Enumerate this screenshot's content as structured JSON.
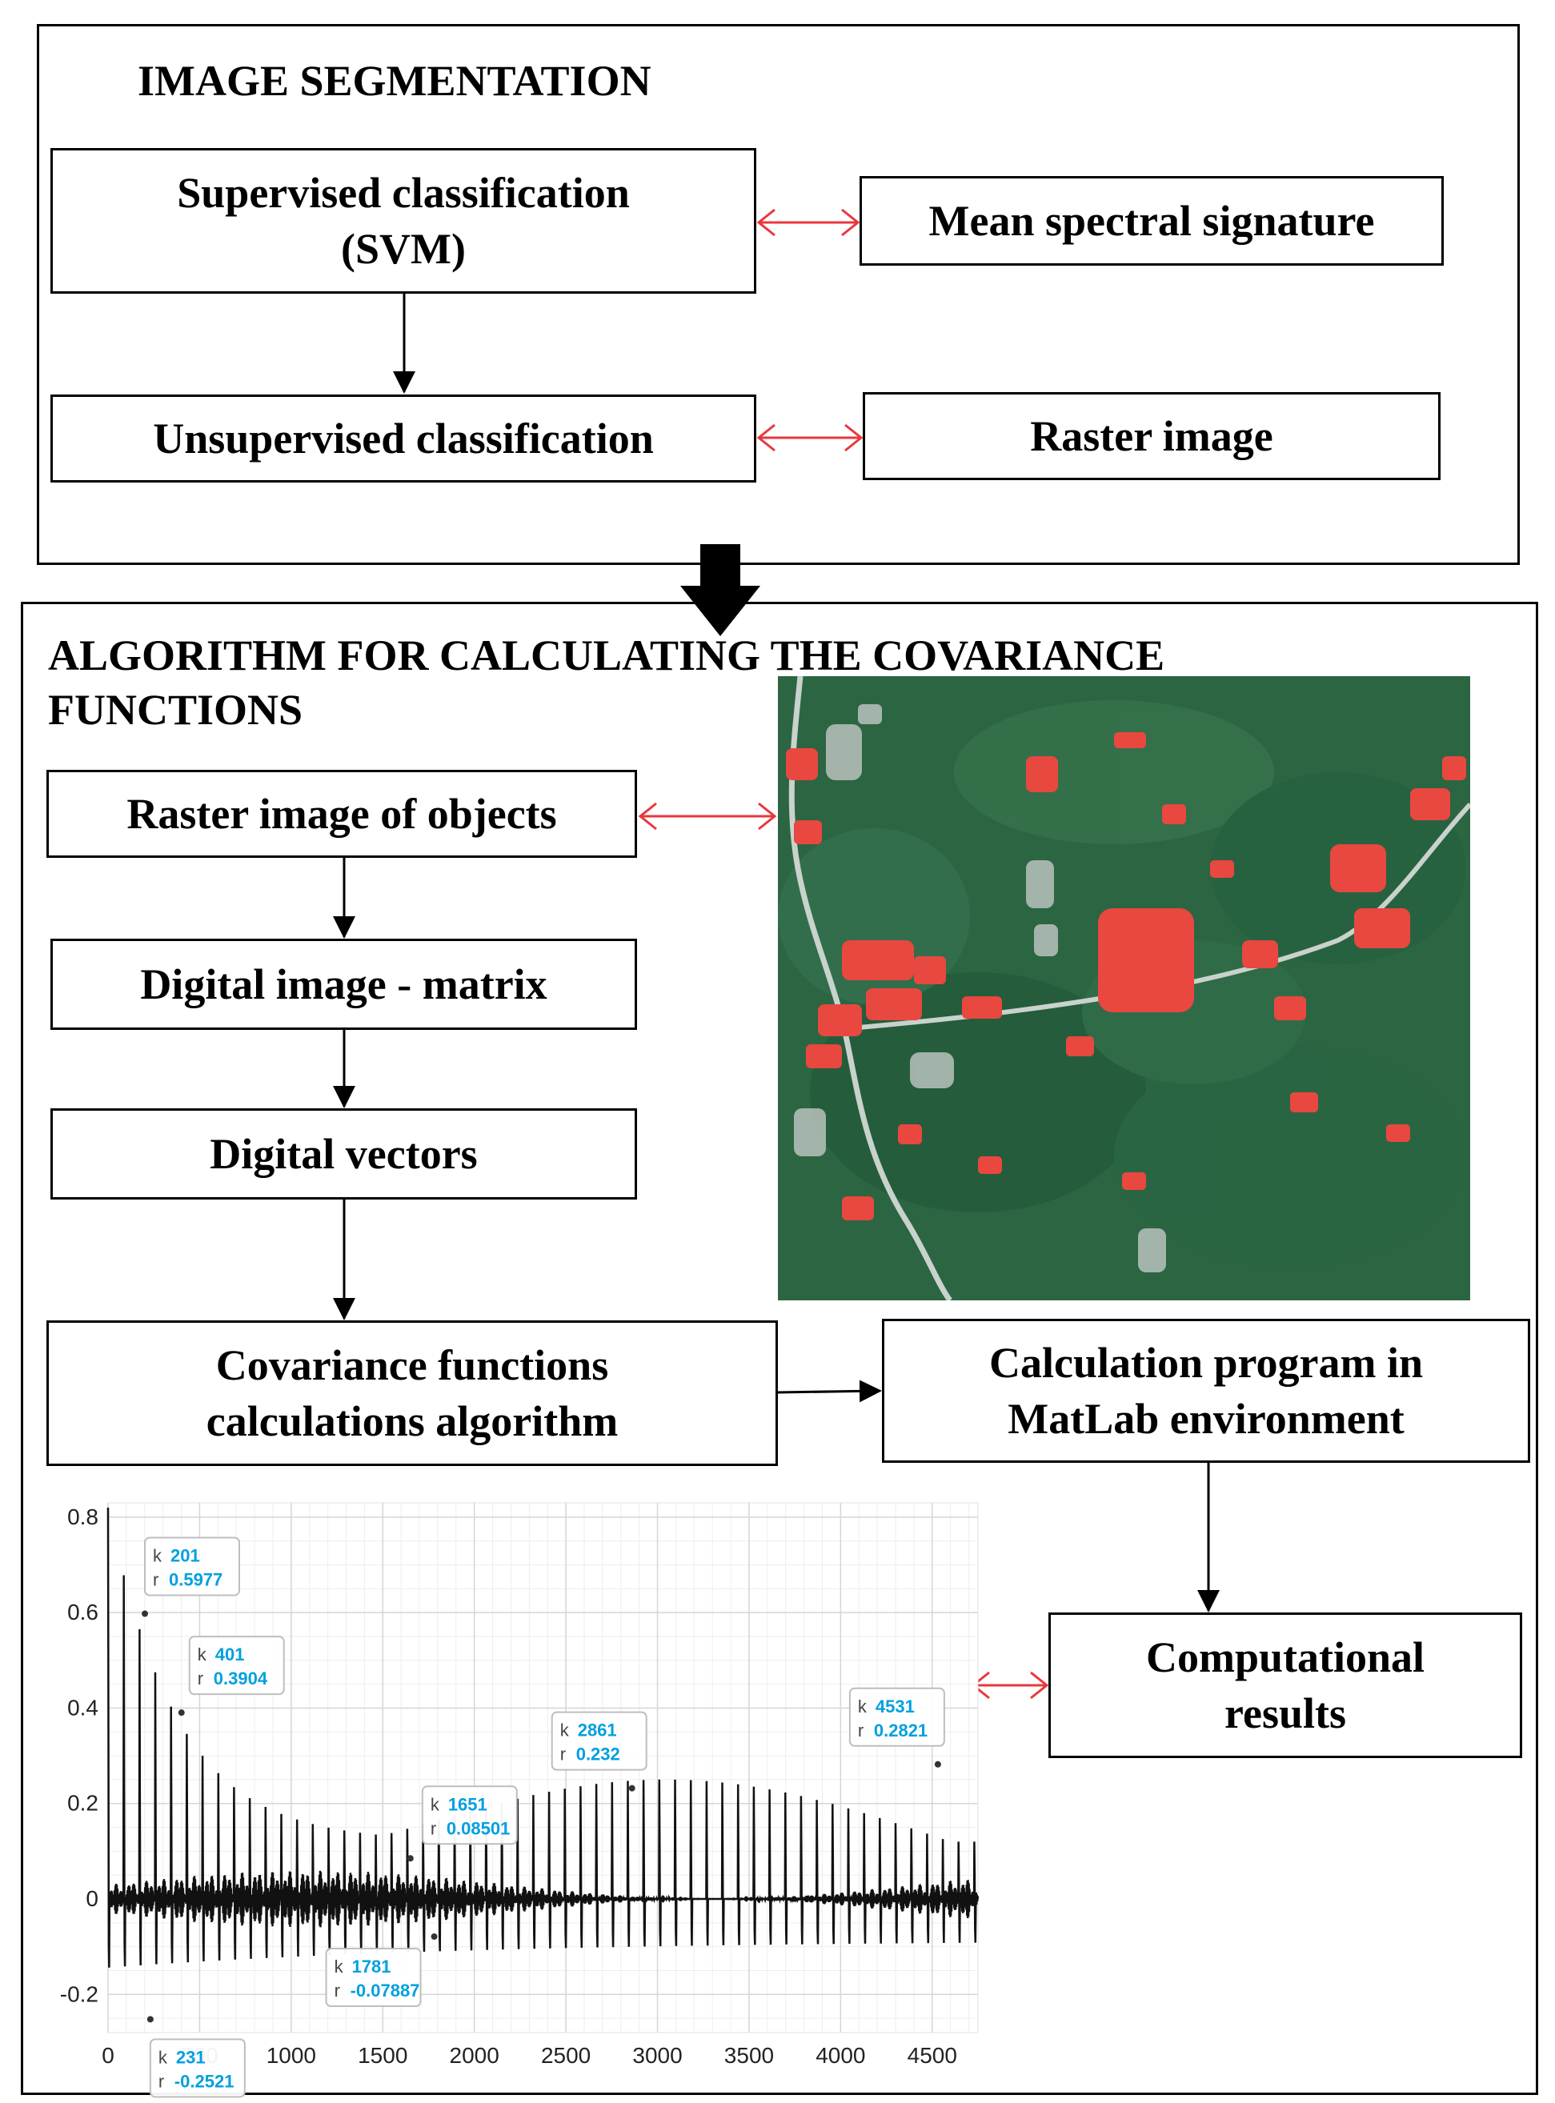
{
  "segmentation": {
    "title": "IMAGE SEGMENTATION",
    "supervised": [
      "Supervised  classification",
      "(SVM)"
    ],
    "mean_signature": "Mean spectral signature",
    "unsupervised": "Unsupervised  classification",
    "raster": "Raster image"
  },
  "algorithm": {
    "title_line1": "ALGORITHM FOR CALCULATING THE COVARIANCE",
    "title_line2": "FUNCTIONS",
    "raster_objects": "Raster image of objects",
    "digital_matrix": "Digital image - matrix",
    "digital_vectors": "Digital  vectors",
    "covariance": [
      "Covariance functions",
      "calculations  algorithm"
    ],
    "matlab": [
      "Calculation  program in",
      "MatLab environment"
    ],
    "results": [
      "Computational",
      "results"
    ]
  },
  "colors": {
    "arrow_red": "#e8383d",
    "datatip_value": "#00a0e0",
    "vegetation": "#2f6b45",
    "detected_objects": "#e8483f"
  },
  "satellite_image": {
    "description_icon": "satellite-map-image"
  },
  "chart_data": {
    "type": "line",
    "xlim": [
      0,
      4750
    ],
    "ylim": [
      -0.28,
      0.83
    ],
    "x_ticks": [
      "0",
      "500",
      "1000",
      "1500",
      "2000",
      "2500",
      "3000",
      "3500",
      "4000",
      "4500"
    ],
    "x_tick_values": [
      0,
      500,
      1000,
      1500,
      2000,
      2500,
      3000,
      3500,
      4000,
      4500
    ],
    "y_ticks": [
      "-0.2",
      "0",
      "0.2",
      "0.4",
      "0.6",
      "0.8"
    ],
    "y_tick_values": [
      -0.2,
      0,
      0.2,
      0.4,
      0.6,
      0.8
    ],
    "grid": true,
    "datatips": [
      {
        "k": "201",
        "r": "0.5977",
        "kv": 201,
        "rv": 0.5977
      },
      {
        "k": "401",
        "r": "0.3904",
        "kv": 401,
        "rv": 0.3904
      },
      {
        "k": "231",
        "r": "-0.2521",
        "kv": 231,
        "rv": -0.2521
      },
      {
        "k": "1651",
        "r": "0.08501",
        "kv": 1651,
        "rv": 0.08501
      },
      {
        "k": "1781",
        "r": "-0.07887",
        "kv": 1781,
        "rv": -0.07887
      },
      {
        "k": "2861",
        "r": "0.232",
        "kv": 2861,
        "rv": 0.232
      },
      {
        "k": "4531",
        "r": "0.2821",
        "kv": 4531,
        "rv": 0.2821
      }
    ]
  }
}
